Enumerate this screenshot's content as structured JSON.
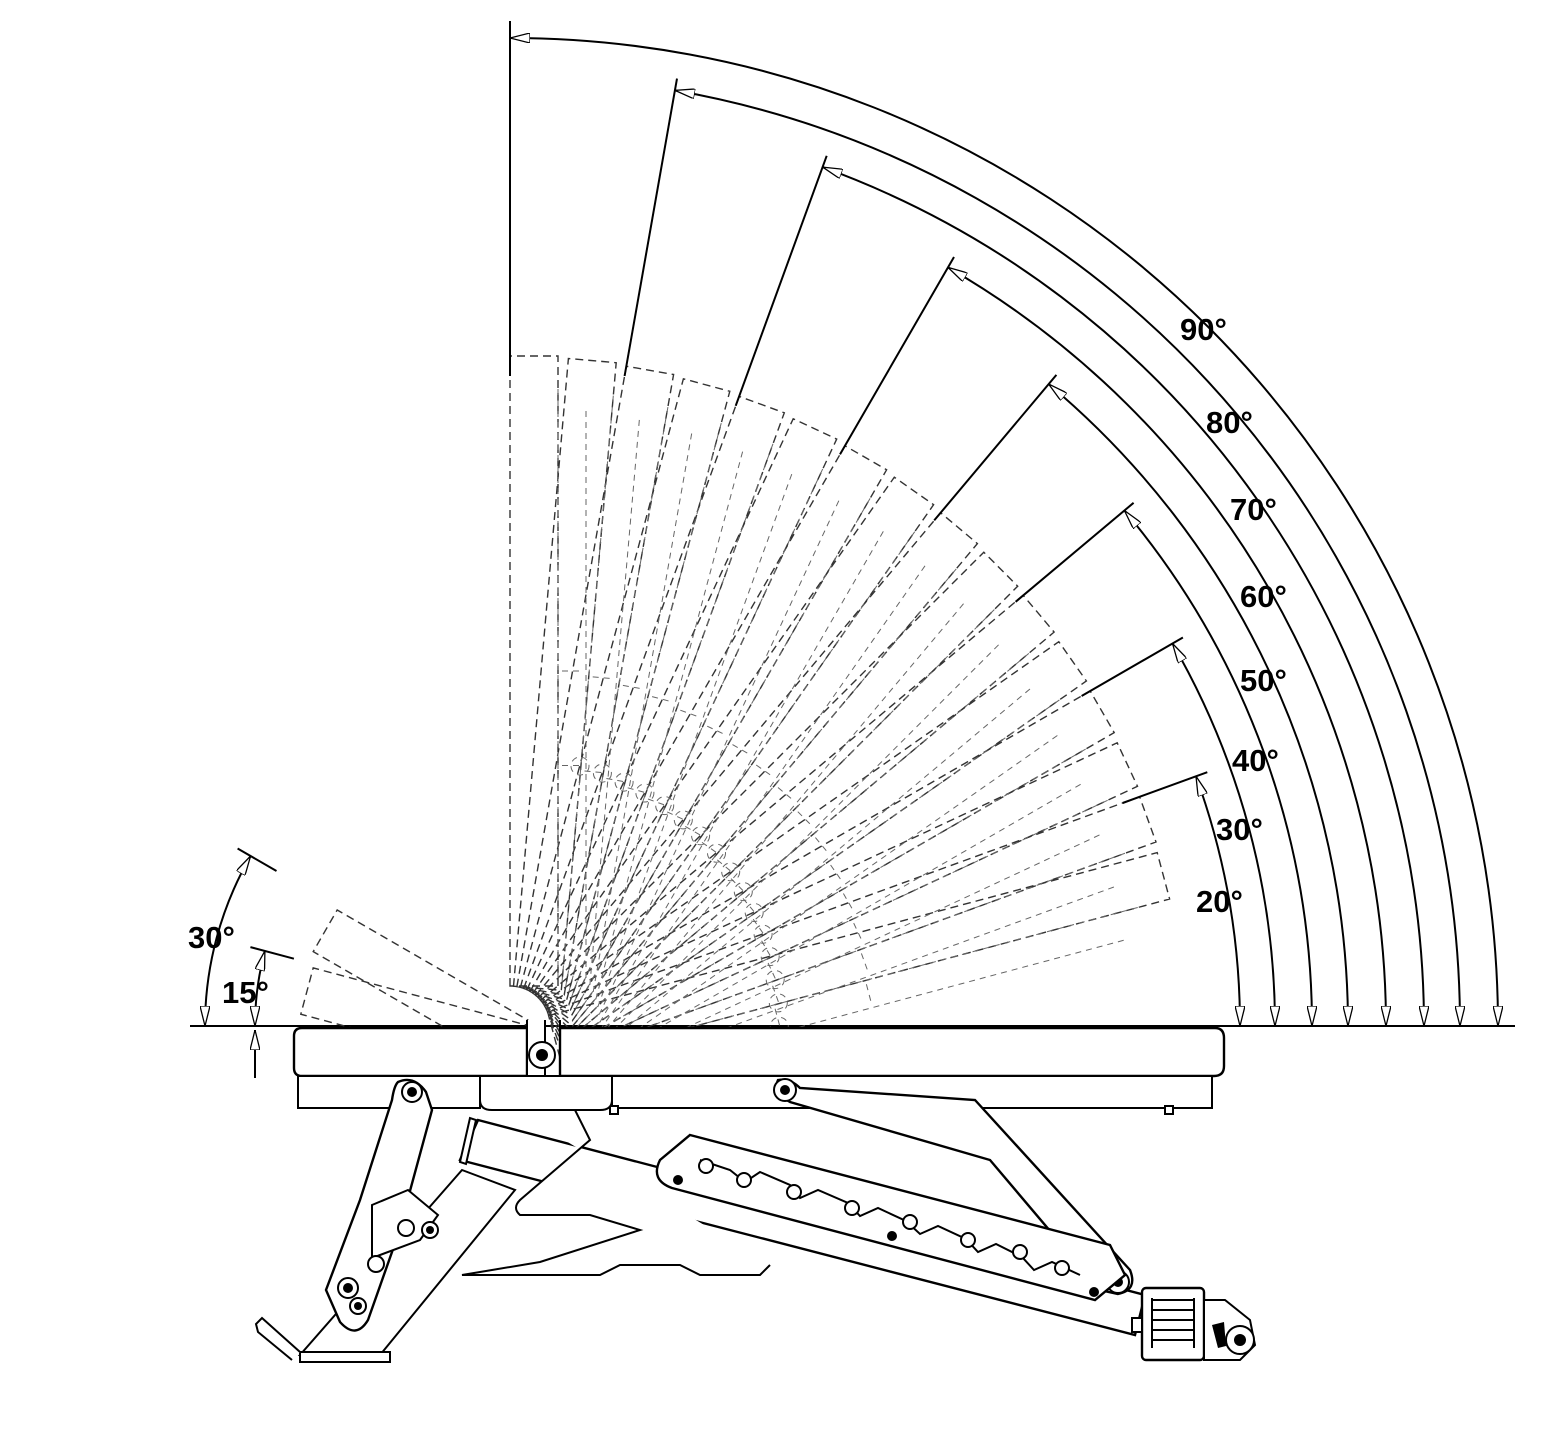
{
  "diagram": {
    "backrest_angles": [
      "20°",
      "30°",
      "40°",
      "50°",
      "60°",
      "70°",
      "80°",
      "90°"
    ],
    "seat_angles": [
      "15°",
      "30°"
    ],
    "colors": {
      "line": "#000000",
      "ghost": "#333333",
      "background": "#ffffff"
    }
  }
}
